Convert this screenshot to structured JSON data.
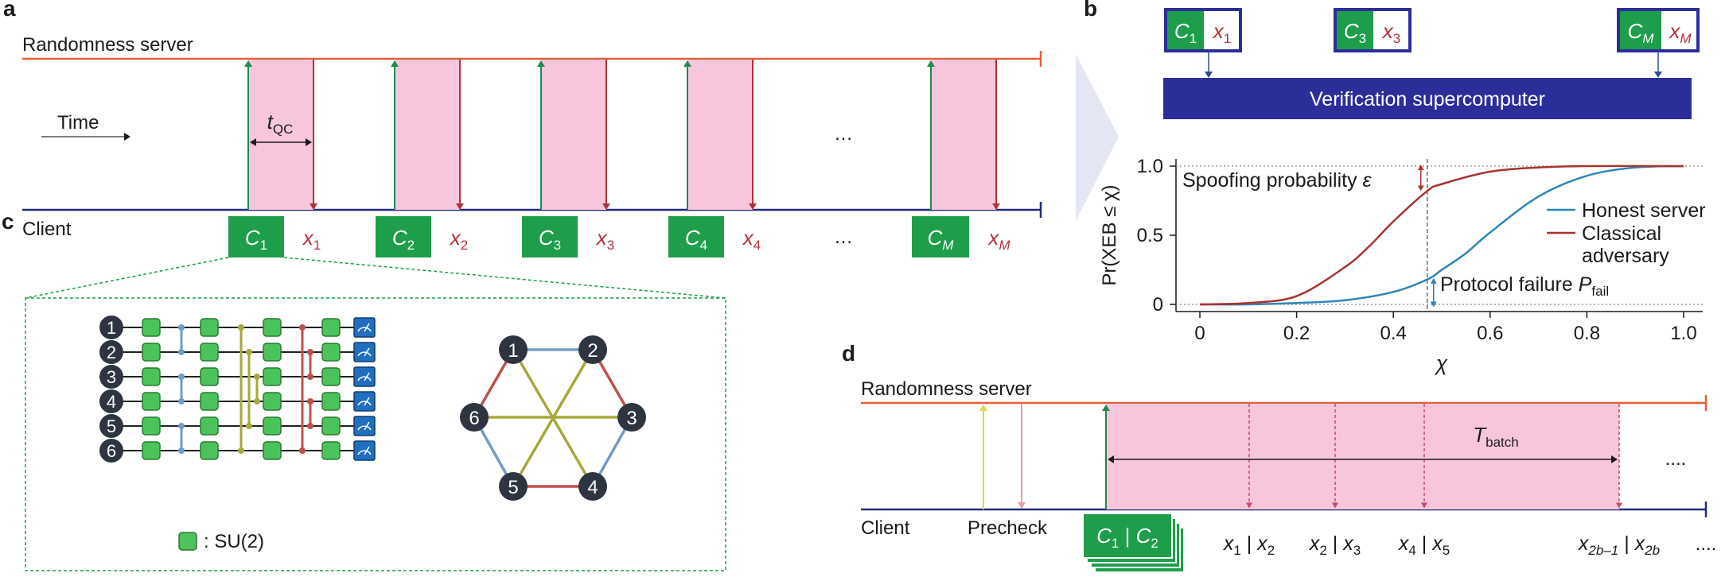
{
  "colors": {
    "server_line": "#e0603a",
    "client_line": "#1f2a7a",
    "up_arrow": "#1f8a4c",
    "down_arrow": "#b0313a",
    "pink_fill": "#f7c6dc",
    "circuit_green": "#1e9e4a",
    "gate_green": "#4cc35a",
    "supercomputer_blue": "#2b2e99",
    "honest_curve": "#2e86b8",
    "adversary_curve": "#a8332e",
    "coupler_blue": "#6f9cc9",
    "coupler_olive": "#a8a83a",
    "coupler_red": "#c0504d"
  },
  "panel_labels": {
    "a": "a",
    "b": "b",
    "c": "c",
    "d": "d"
  },
  "panel_a": {
    "server_label": "Randomness server",
    "client_label": "Client",
    "time_label": "Time",
    "tqc_main": "t",
    "tqc_sub": "QC",
    "ellipsis": "…",
    "rounds": [
      {
        "c": "C",
        "c_sub": "1",
        "x": "x",
        "x_sub": "1"
      },
      {
        "c": "C",
        "c_sub": "2",
        "x": "x",
        "x_sub": "2"
      },
      {
        "c": "C",
        "c_sub": "3",
        "x": "x",
        "x_sub": "3"
      },
      {
        "c": "C",
        "c_sub": "4",
        "x": "x",
        "x_sub": "4"
      },
      {
        "c": "C",
        "c_sub": "M",
        "x": "x",
        "x_sub": "M"
      }
    ]
  },
  "panel_b": {
    "boxes": [
      {
        "c": "C",
        "c_sub": "1",
        "x": "x",
        "x_sub": "1"
      },
      {
        "c": "C",
        "c_sub": "3",
        "x": "x",
        "x_sub": "3"
      },
      {
        "c": "C",
        "c_sub": "M",
        "x": "x",
        "x_sub": "M"
      }
    ],
    "supercomputer_label": "Verification supercomputer",
    "spoofing_label": "Spoofing probability ",
    "spoofing_symbol": "ε",
    "failure_label": "Protocol failure ",
    "failure_symbol": "P",
    "failure_sub": "fail"
  },
  "chart_data": {
    "type": "line",
    "xlabel": "χ",
    "ylabel": "Pr(XEB ≤ χ)",
    "xlim": [
      0,
      1.0
    ],
    "ylim": [
      0,
      1.0
    ],
    "x_ticks": [
      "0",
      "0.2",
      "0.4",
      "0.6",
      "0.8",
      "1.0"
    ],
    "y_ticks": [
      "0",
      "0.5",
      "1.0"
    ],
    "threshold_x": 0.47,
    "legend_placement": "right",
    "series": [
      {
        "name": "Honest server",
        "color": "#2e86b8",
        "x": [
          0,
          0.1,
          0.2,
          0.3,
          0.4,
          0.47,
          0.5,
          0.55,
          0.6,
          0.7,
          0.8,
          0.9,
          1.0
        ],
        "y": [
          0,
          0,
          0.01,
          0.03,
          0.09,
          0.18,
          0.25,
          0.37,
          0.52,
          0.78,
          0.93,
          0.99,
          1.0
        ]
      },
      {
        "name": "Classical adversary",
        "color": "#a8332e",
        "x": [
          0,
          0.1,
          0.2,
          0.3,
          0.35,
          0.4,
          0.47,
          0.5,
          0.6,
          0.7,
          0.8,
          1.0
        ],
        "y": [
          0,
          0.01,
          0.06,
          0.27,
          0.42,
          0.6,
          0.82,
          0.87,
          0.96,
          0.99,
          1.0,
          1.0
        ]
      }
    ]
  },
  "panel_c": {
    "qubits": [
      "1",
      "2",
      "3",
      "4",
      "5",
      "6"
    ],
    "gate_legend": ": SU(2)"
  },
  "panel_d": {
    "server_label": "Randomness server",
    "client_label": "Client",
    "precheck_label": "Precheck",
    "batch_c1": "C",
    "batch_c1_sub": "1",
    "batch_sep": " | ",
    "batch_c2": "C",
    "batch_c2_sub": "2",
    "tbatch_main": "T",
    "tbatch_sub": "batch",
    "ellipsis": "....",
    "outputs": [
      {
        "a": "x",
        "a_sub": "1",
        "b": "x",
        "b_sub": "2"
      },
      {
        "a": "x",
        "a_sub": "2",
        "b": "x",
        "b_sub": "3"
      },
      {
        "a": "x",
        "a_sub": "4",
        "b": "x",
        "b_sub": "5"
      },
      {
        "a": "x",
        "a_sub": "2b–1",
        "b": "x",
        "b_sub": "2b"
      }
    ]
  }
}
